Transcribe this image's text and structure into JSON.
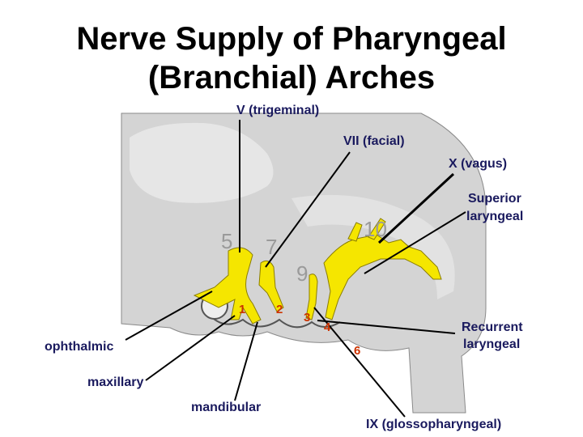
{
  "title": {
    "line1": "Nerve Supply of Pharyngeal",
    "line2": "(Branchial) Arches"
  },
  "labels": {
    "trigeminal": "V (trigeminal)",
    "facial": "VII (facial)",
    "vagus": "X (vagus)",
    "superior_laryngeal_1": "Superior",
    "superior_laryngeal_2": "laryngeal",
    "recurrent_laryngeal_1": "Recurrent",
    "recurrent_laryngeal_2": "laryngeal",
    "ophthalmic": "ophthalmic",
    "maxillary": "maxillary",
    "mandibular": "mandibular",
    "glossopharyngeal": "IX (glossopharyngeal)"
  },
  "arch_numbers": [
    "1",
    "2",
    "3",
    "4",
    "6"
  ],
  "ganglion_numbers": [
    "5",
    "7",
    "9",
    "10"
  ],
  "colors": {
    "nerve": "#f5e600",
    "embryo": "#d4d4d4",
    "leader": "#000000",
    "label_text": "#1a1a5e",
    "arch_number": "#cc3300"
  }
}
